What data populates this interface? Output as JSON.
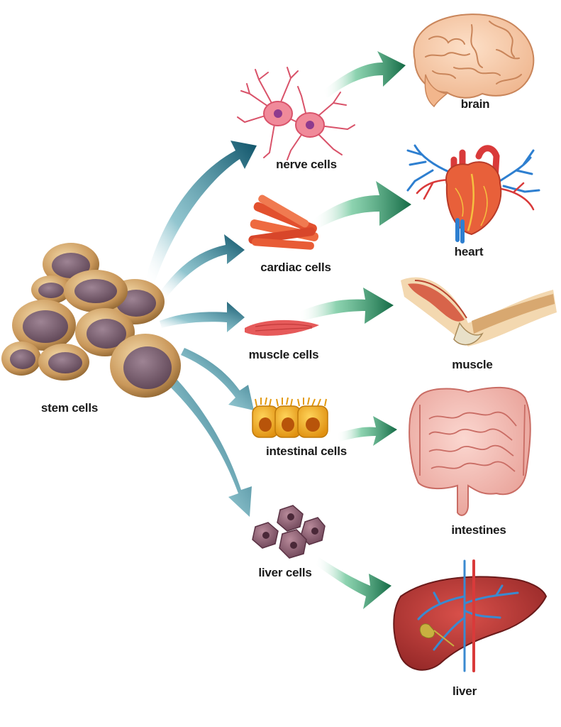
{
  "stem": {
    "label": "stem cells"
  },
  "cells": [
    {
      "label": "nerve cells",
      "organ": "brain"
    },
    {
      "label": "cardiac cells",
      "organ": "heart"
    },
    {
      "label": "muscle cells",
      "organ": "muscle"
    },
    {
      "label": "intestinal cells",
      "organ": "intestines"
    },
    {
      "label": "liver cells",
      "organ": "liver"
    }
  ],
  "colors": {
    "stem_arrow": "#0f5a6e",
    "organ_arrow": "#1a7a50",
    "stem_cell": "#b88a4a",
    "nucleus": "#7a5e6e"
  }
}
